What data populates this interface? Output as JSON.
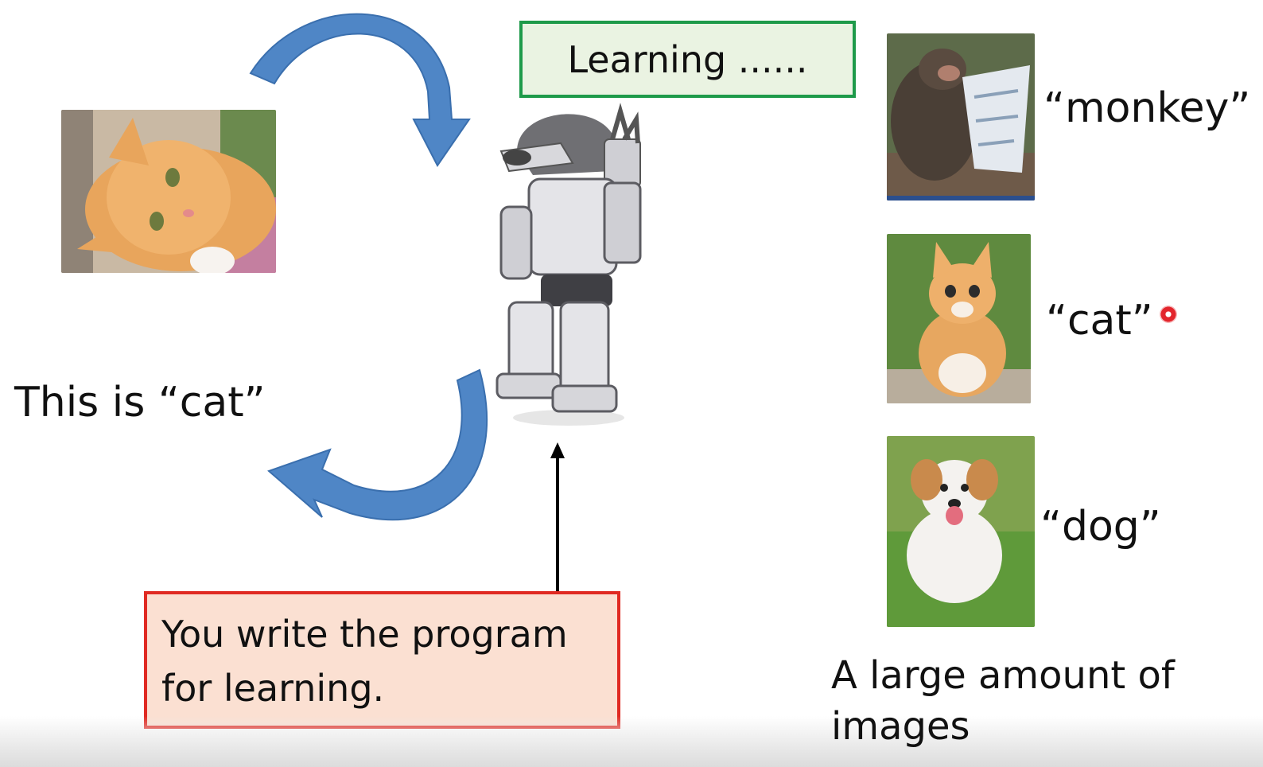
{
  "learning_box": {
    "text": "Learning ......"
  },
  "left_label": "This is “cat”",
  "program_box": {
    "line1": "You write the program",
    "line2": "for learning."
  },
  "examples": [
    {
      "label": "“monkey”"
    },
    {
      "label": "“cat”"
    },
    {
      "label": "“dog”"
    }
  ],
  "caption": {
    "line1": "A large amount of",
    "line2": "images"
  },
  "colors": {
    "arrow_blue": "#4f86c6",
    "learning_border": "#1e9a4a",
    "program_border": "#e02a22",
    "laser_dot": "#e3252c"
  }
}
